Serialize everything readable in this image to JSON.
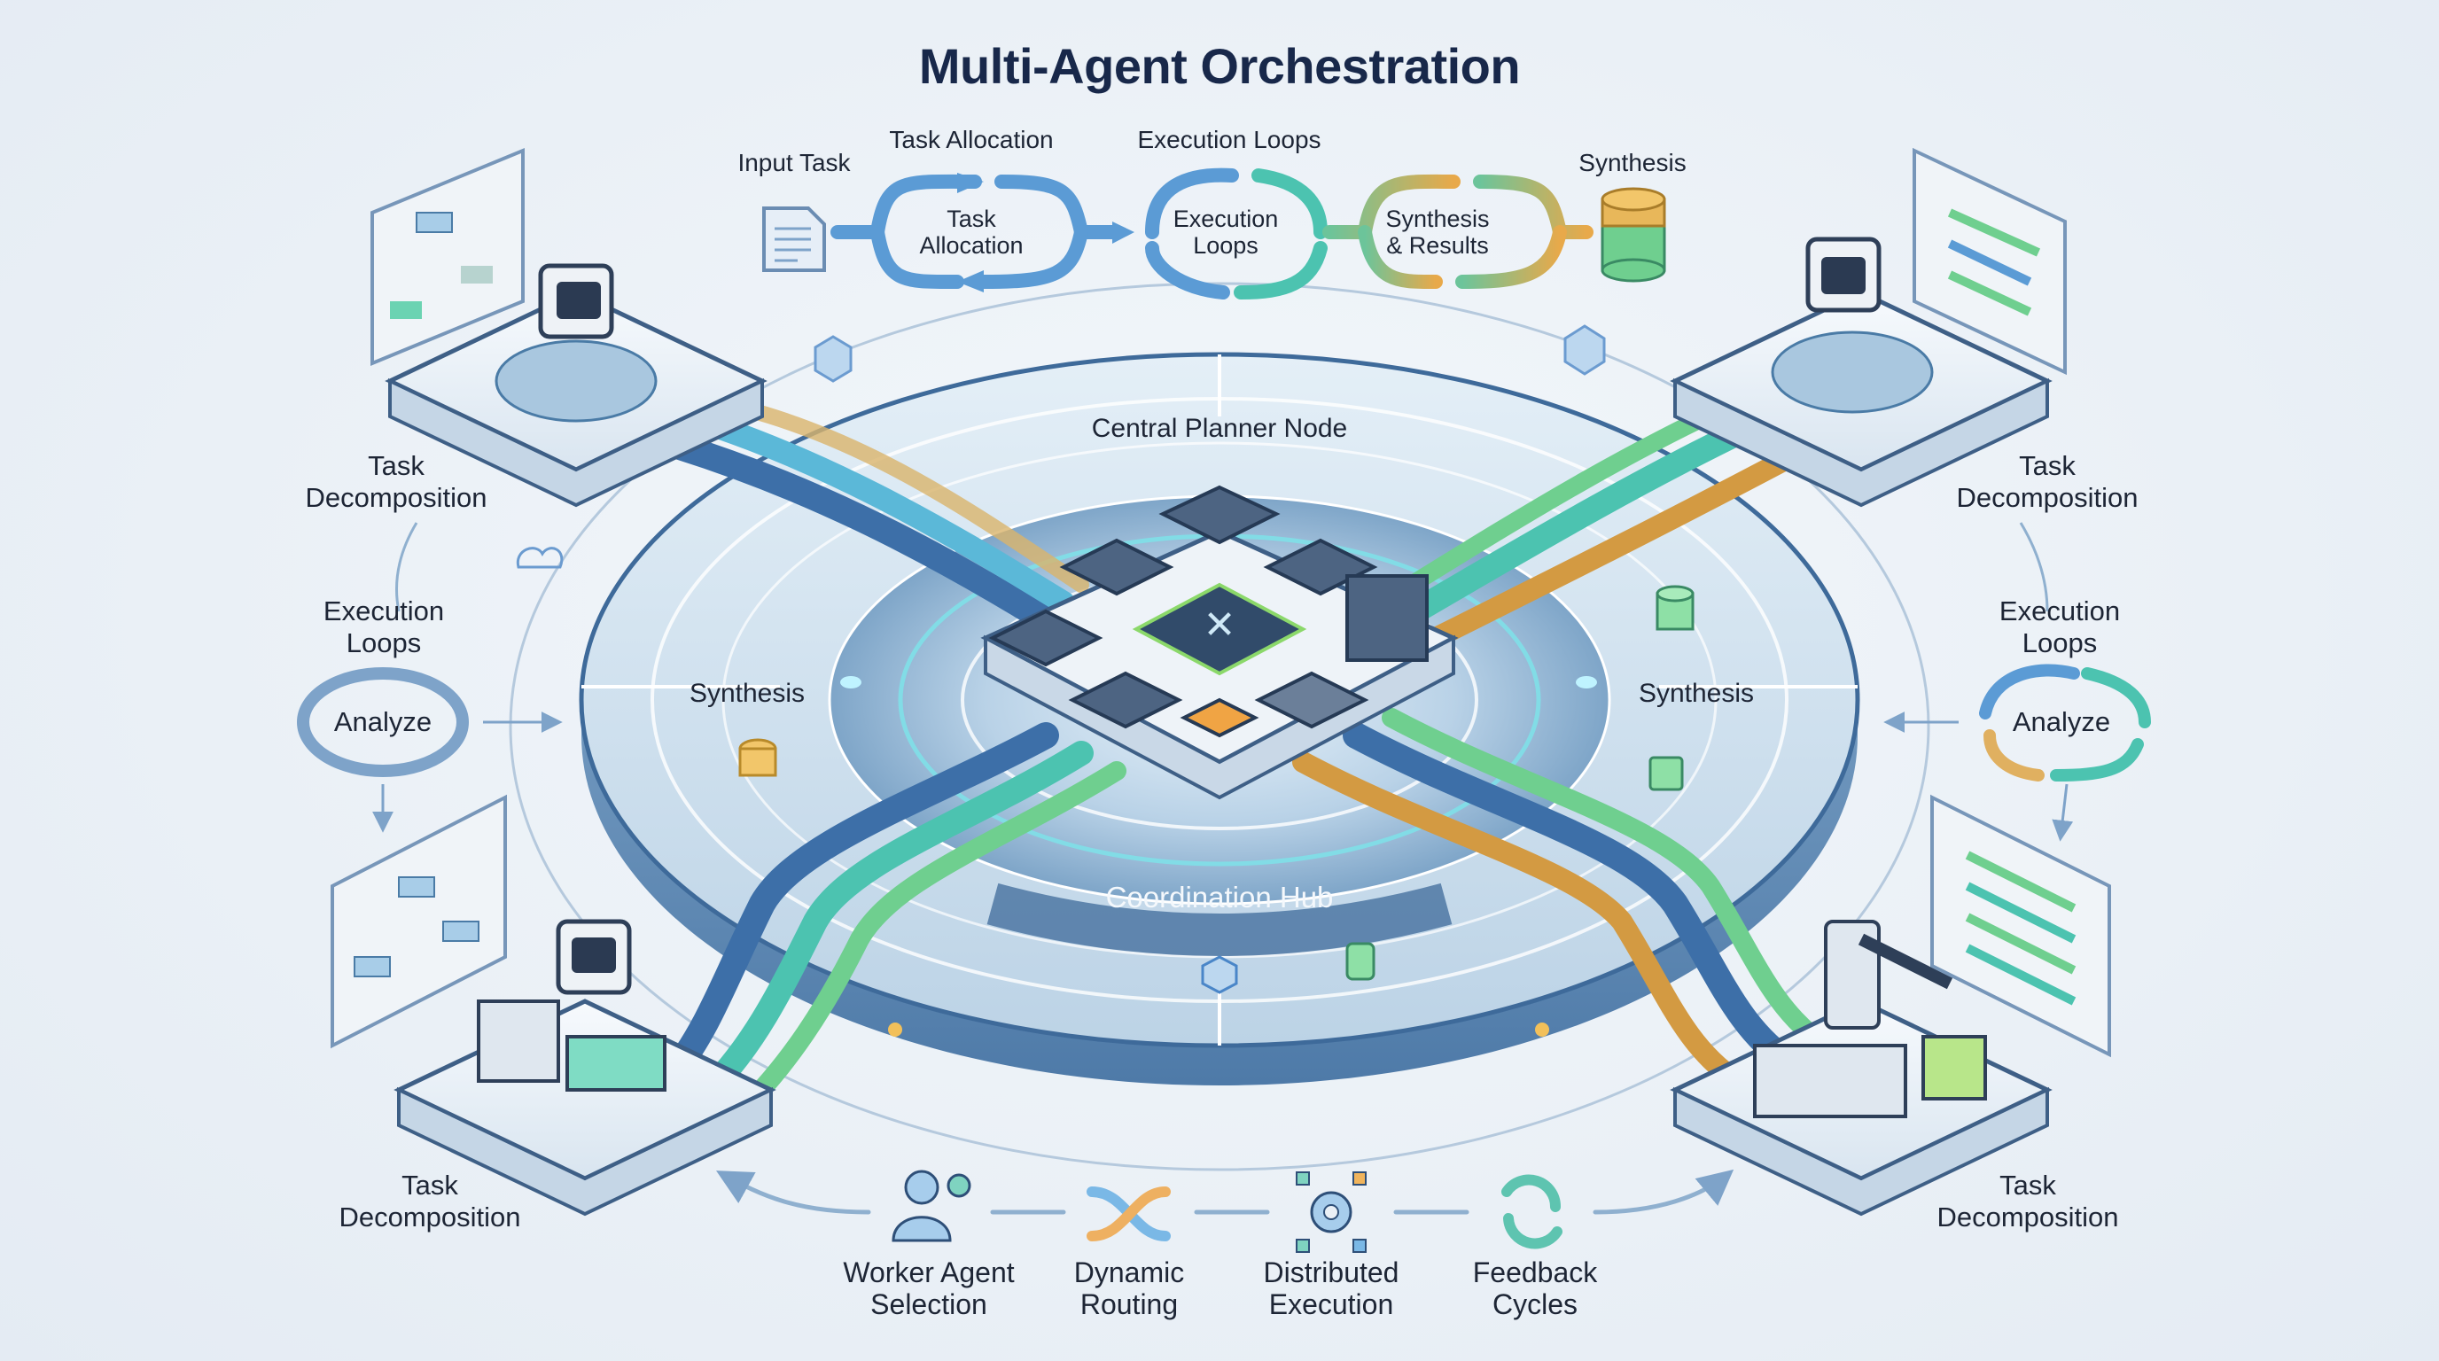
{
  "title": "Multi-Agent Orchestration",
  "colors": {
    "background": "#eaf0f6",
    "title": "#18284a",
    "text": "#1d2535",
    "blue": "#5b9bd5",
    "blue_dark": "#3d6fa8",
    "teal": "#4cc3b0",
    "green": "#6fcf8f",
    "orange": "#e8a94a",
    "disk": "#cfe0ee",
    "disk_dark": "#3e6a9a"
  },
  "top_flow": {
    "input_label": "Input Task",
    "allocation_label": "Task Allocation",
    "allocation_inner": "Task\nAllocation",
    "execution_label": "Execution Loops",
    "execution_inner": "Execution\nLoops",
    "synthesis_inner": "Synthesis\n& Results",
    "synthesis_label": "Synthesis"
  },
  "hub": {
    "central_label": "Central Planner Node",
    "coordination_label": "Coordination Hub",
    "left_ring_label": "Synthesis",
    "right_ring_label": "Synthesis"
  },
  "left_side": {
    "top_label": "Task\nDecomposition",
    "loop_title": "Execution\nLoops",
    "loop_center": "Analyze",
    "bottom_label": "Task\nDecomposition"
  },
  "right_side": {
    "top_label": "Task\nDecomposition",
    "loop_title": "Execution\nLoops",
    "loop_center": "Analyze",
    "bottom_label": "Task\nDecomposition"
  },
  "bottom_steps": [
    {
      "label": "Worker Agent\nSelection",
      "icon": "user-gear-icon"
    },
    {
      "label": "Dynamic\nRouting",
      "icon": "shuffle-icon"
    },
    {
      "label": "Distributed\nExecution",
      "icon": "distributed-gear-icon"
    },
    {
      "label": "Feedback\nCycles",
      "icon": "refresh-cycle-icon"
    }
  ],
  "agents": [
    {
      "position": "top-left",
      "type": "robot-agent",
      "panel": "flowchart"
    },
    {
      "position": "top-right",
      "type": "robot-agent",
      "panel": "task-list"
    },
    {
      "position": "bottom-left",
      "type": "robot-agent",
      "panel": "flowchart"
    },
    {
      "position": "bottom-right",
      "type": "robotic-arm-agent",
      "panel": "task-list"
    }
  ]
}
